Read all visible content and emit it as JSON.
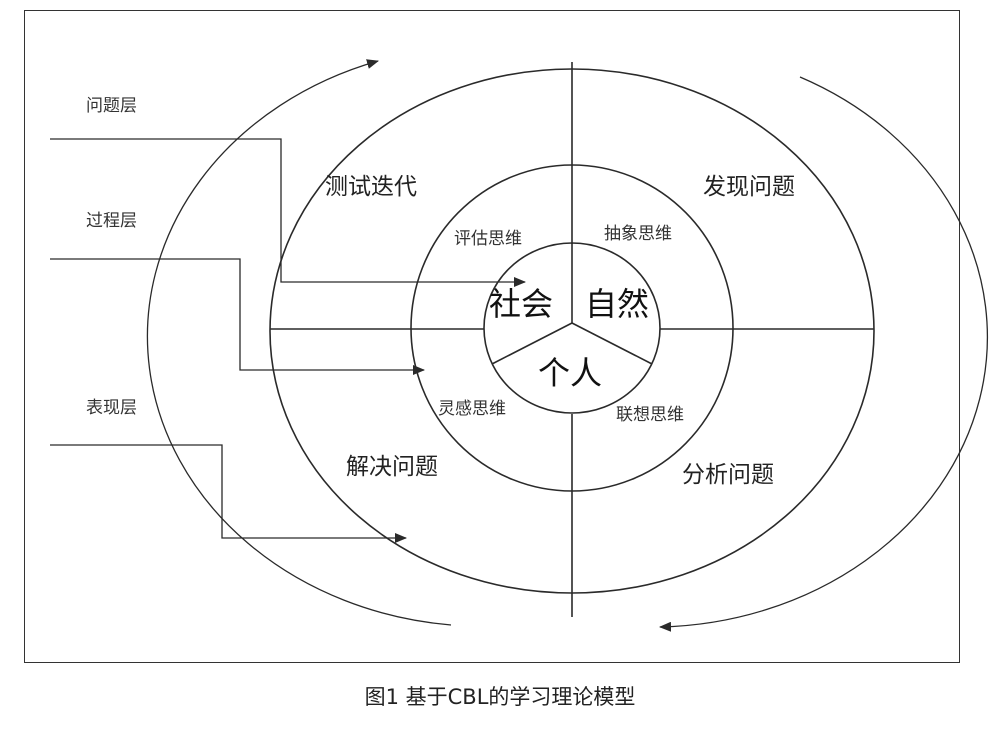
{
  "caption": "图1 基于CBL的学习理论模型",
  "layers": {
    "problem": "问题层",
    "process": "过程层",
    "performance": "表现层"
  },
  "outer_quadrants": {
    "top_left": "测试迭代",
    "top_right": "发现问题",
    "bottom_left": "解决问题",
    "bottom_right": "分析问题"
  },
  "inner_quadrants": {
    "top_left": "评估思维",
    "top_right": "抽象思维",
    "bottom_left": "灵感思维",
    "bottom_right": "联想思维"
  },
  "core": {
    "society": "社会",
    "nature": "自然",
    "individual": "个人"
  }
}
